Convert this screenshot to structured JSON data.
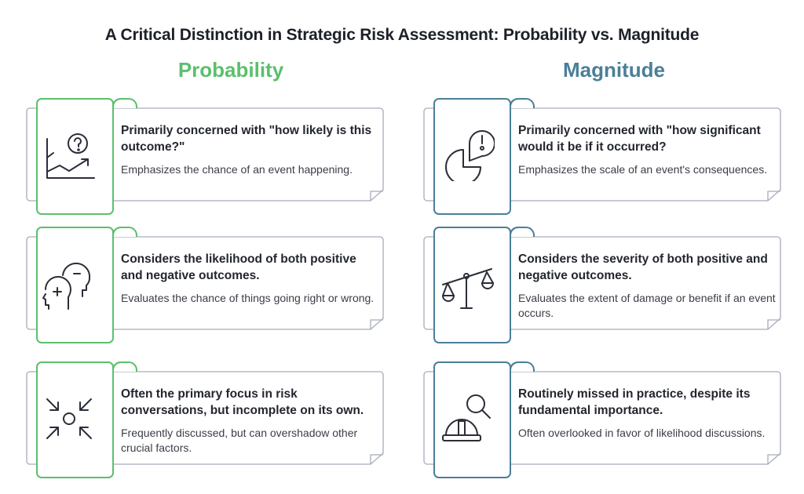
{
  "title": "A Critical Distinction in Strategic Risk Assessment: Probability vs. Magnitude",
  "colors": {
    "probability": "#5cbf6d",
    "magnitude": "#4b7f97",
    "frame": "#a7acb9",
    "icon": "#2b2e38"
  },
  "probability": {
    "heading": "Probability",
    "cards": [
      {
        "icon": "chart-question-icon",
        "title": "Primarily concerned with \"how likely is this outcome?\"",
        "desc": "Emphasizes the chance of an event happening."
      },
      {
        "icon": "heads-plus-minus-icon",
        "title": "Considers the likelihood of both positive and negative outcomes.",
        "desc": "Evaluates the chance of things going right or wrong."
      },
      {
        "icon": "focus-arrows-icon",
        "title": "Often the primary focus in risk conversations, but incomplete on its own.",
        "desc": "Frequently discussed, but can overshadow other crucial factors."
      }
    ]
  },
  "magnitude": {
    "heading": "Magnitude",
    "cards": [
      {
        "icon": "pie-alert-icon",
        "title": "Primarily concerned with \"how significant would it be if it occurred?",
        "desc": "Emphasizes the scale of an event's consequences."
      },
      {
        "icon": "scales-icon",
        "title": "Considers the severity of both positive and negative outcomes.",
        "desc": "Evaluates the extent of damage or benefit if an event occurs."
      },
      {
        "icon": "helmet-search-icon",
        "title": "Routinely missed in practice, despite its fundamental importance.",
        "desc": "Often overlooked in favor of likelihood discussions."
      }
    ]
  }
}
